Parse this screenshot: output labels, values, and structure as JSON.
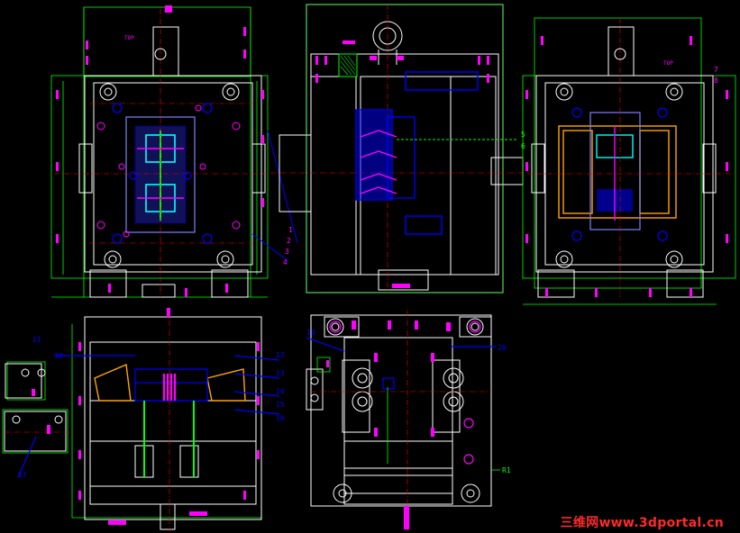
{
  "drawing": {
    "palette": {
      "background": "#000000",
      "outline": "#ffffff",
      "dimension": "#00ff00",
      "part": "#ff00ff",
      "hardware": "#0000ff",
      "centerline": "#ff0000",
      "hidden": "#00ffff",
      "insert": "#ffa500",
      "note": "#ffff00"
    },
    "views": [
      {
        "id": "top-view-left",
        "label": "",
        "markers": [
          "1",
          "2",
          "3",
          "4"
        ]
      },
      {
        "id": "section-view-center",
        "label": "",
        "markers": [
          "5",
          "6"
        ]
      },
      {
        "id": "top-view-right",
        "label": "",
        "markers": [
          "7",
          "8"
        ]
      },
      {
        "id": "section-view-bottom-left",
        "label": "",
        "markers": [
          "11",
          "12",
          "13",
          "14",
          "15",
          "16",
          "17",
          "18"
        ]
      },
      {
        "id": "side-view-bottom-center",
        "label": "R1",
        "markers": [
          "19",
          "20"
        ]
      }
    ],
    "top_tags": [
      "TOP",
      "TOP"
    ]
  },
  "watermark": {
    "text": "三维网www.3dportal.cn"
  }
}
